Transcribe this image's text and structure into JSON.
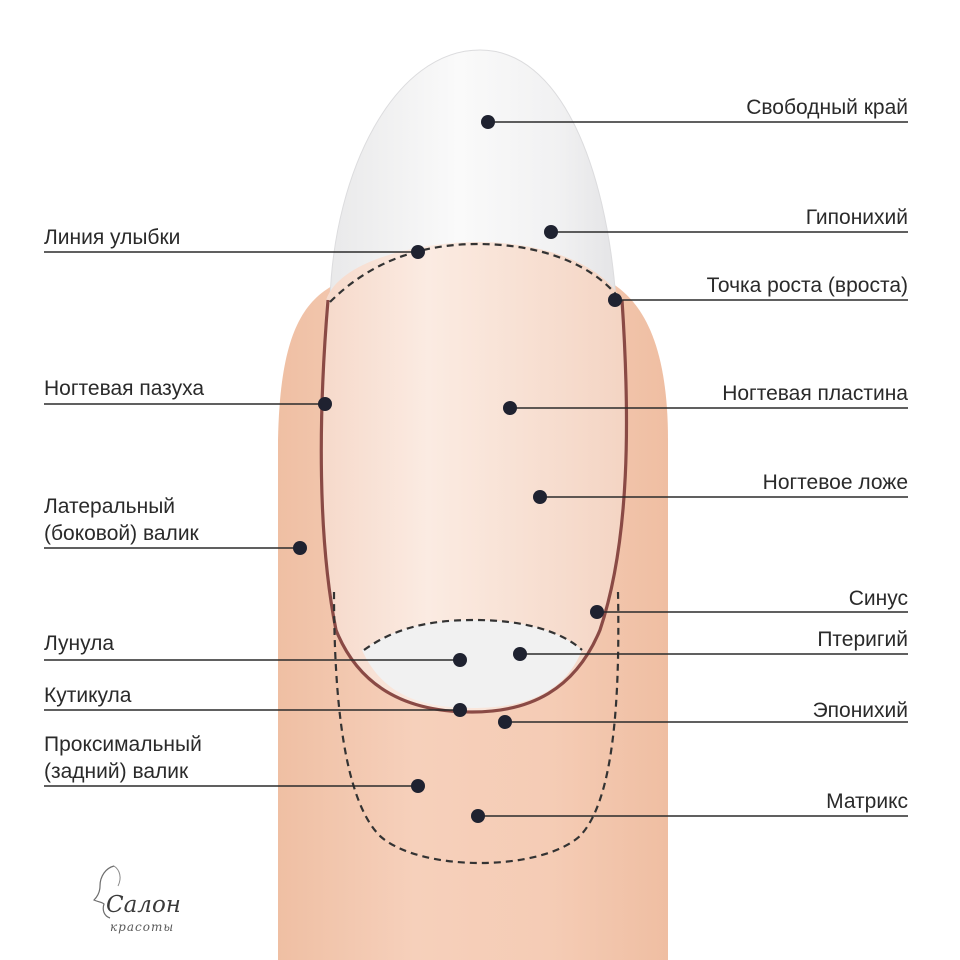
{
  "labels_left": [
    {
      "id": "smile-line",
      "lines": [
        "Линия улыбки"
      ]
    },
    {
      "id": "nail-sinus-fold",
      "lines": [
        "Ногтевая пазуха"
      ]
    },
    {
      "id": "lateral-fold",
      "lines": [
        "Латеральный",
        "(боковой) валик"
      ]
    },
    {
      "id": "lunula",
      "lines": [
        "Лунула"
      ]
    },
    {
      "id": "cuticle",
      "lines": [
        "Кутикула"
      ]
    },
    {
      "id": "proximal-fold",
      "lines": [
        "Проксимальный",
        "(задний) валик"
      ]
    }
  ],
  "labels_right": [
    {
      "id": "free-edge",
      "lines": [
        "Свободный край"
      ]
    },
    {
      "id": "hyponychium",
      "lines": [
        "Гипонихий"
      ]
    },
    {
      "id": "growth-point",
      "lines": [
        "Точка роста (вроста)"
      ]
    },
    {
      "id": "nail-plate",
      "lines": [
        "Ногтевая пластина"
      ]
    },
    {
      "id": "nail-bed",
      "lines": [
        "Ногтевое ложе"
      ]
    },
    {
      "id": "sinus",
      "lines": [
        "Синус"
      ]
    },
    {
      "id": "pterygium",
      "lines": [
        "Птеригий"
      ]
    },
    {
      "id": "eponychium",
      "lines": [
        "Эпонихий"
      ]
    },
    {
      "id": "matrix",
      "lines": [
        "Матрикс"
      ]
    }
  ],
  "logo": {
    "title": "Салон",
    "subtitle": "красоты"
  },
  "colors": {
    "skin": "#f4c8b0",
    "nail_plate": "#f9e2d6",
    "free_edge": "#f2f2f3",
    "lunula": "#f1f1f1",
    "cuticle_outline": "#8a4a45",
    "leader_line": "#2b2b2b",
    "marker": "#1f2230",
    "text": "#2a2a2a"
  }
}
